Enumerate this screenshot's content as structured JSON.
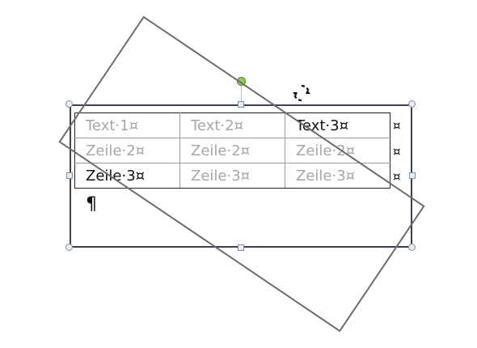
{
  "table": {
    "rows": [
      [
        "Text·1¤",
        "Text·2¤",
        "Text·3¤"
      ],
      [
        "Zeile·2¤",
        "Zeile·2¤",
        "Zeile·2¤"
      ],
      [
        "Zeile·3¤",
        "Zeile·3¤",
        "Zeile·3¤"
      ]
    ],
    "row_end_marks": [
      "¤",
      "¤",
      "¤"
    ]
  },
  "paragraph_mark": "¶",
  "icons": {
    "rotate_cursor": "rotate-cursor-icon",
    "rotation_handle": "rotation-handle-icon",
    "resize_handle": "resize-handle-icon"
  },
  "colors": {
    "frame_border": "#3b4150",
    "rotation_handle": "#8fd14f",
    "ghost_outline": "#6c6c6c",
    "faded_text": "#a7a7a7",
    "active_text": "#111111"
  }
}
